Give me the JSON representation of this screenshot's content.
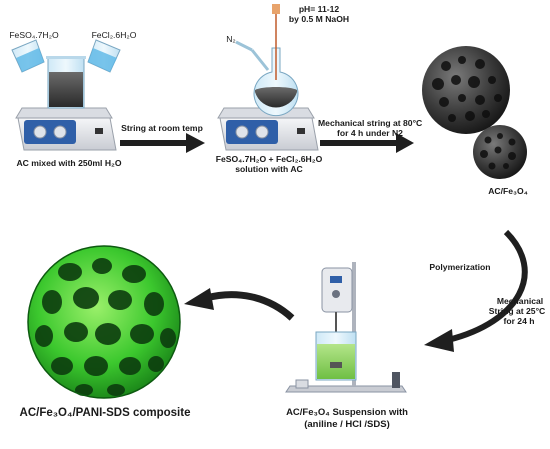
{
  "step1": {
    "reagent_left": "FeSO₄.7H₂O",
    "reagent_right": "FeCl₂.6H₂O",
    "caption": "AC mixed with 250ml H₂O"
  },
  "arrow1": {
    "label": "String at room temp"
  },
  "step2": {
    "gas_label": "N₂",
    "ph_line1": "pH= 11-12",
    "ph_line2": "by 0.5 M NaOH",
    "caption_line1": "FeSO₄.7H₂O + FeCl₂.6H₂O",
    "caption_line2": "solution with AC"
  },
  "arrow2": {
    "label_line1": "Mechanical string at 80°C",
    "label_line2": "for 4 h under N2"
  },
  "step3": {
    "caption": "AC/Fe₃O₄"
  },
  "arrow3": {
    "label_top": "Polymerization",
    "label_line1": "Mechanical",
    "label_line2": "String at 25°C",
    "label_line3": "for  24 h"
  },
  "step4": {
    "caption_line1": "AC/Fe₃O₄ Suspension with",
    "caption_line2": "(aniline / HCl /SDS)"
  },
  "step5": {
    "caption": "AC/Fe₃O₄/PANI-SDS composite"
  },
  "colors": {
    "arrow": "#1f1f1f",
    "hotplate_body": "#e8eaee",
    "hotplate_panel": "#2f5fa8",
    "sphere_dark": "#2b2b2b",
    "composite_green": "#39c42c"
  }
}
